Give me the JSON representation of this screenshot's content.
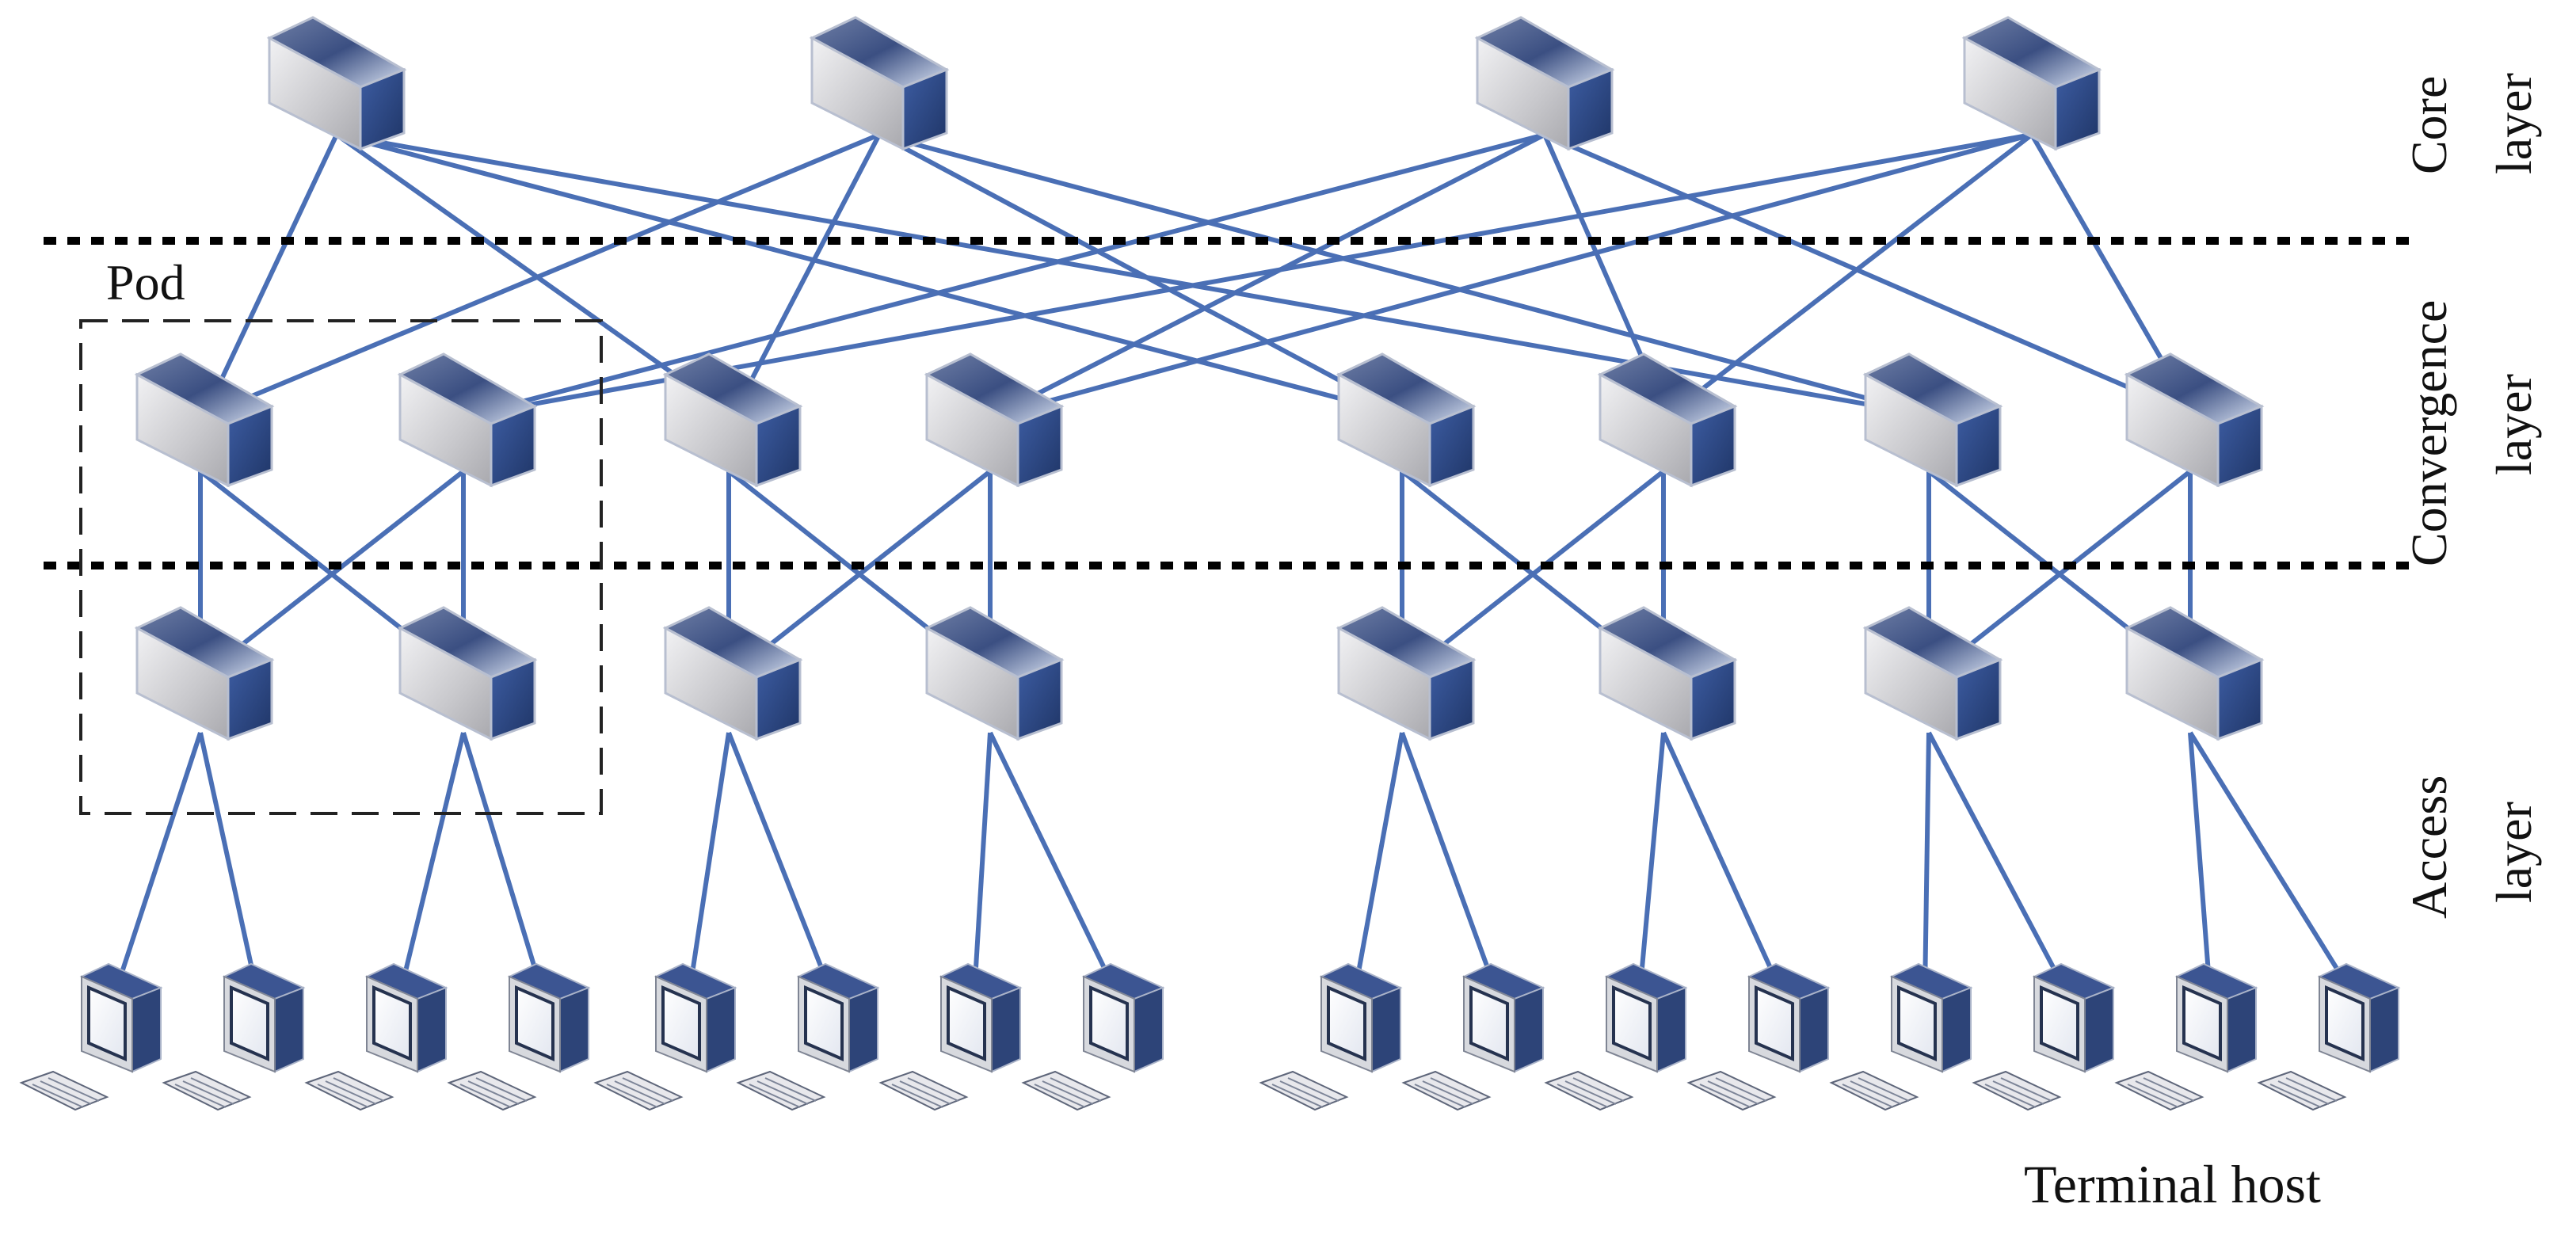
{
  "labels": {
    "pod": "Pod",
    "layers": [
      {
        "line1": "Core",
        "line2": "layer"
      },
      {
        "line1": "Convergence",
        "line2": "layer"
      },
      {
        "line1": "Access",
        "line2": "layer"
      }
    ],
    "terminal_host": "Terminal host"
  },
  "colors": {
    "link": "#4a6fb5",
    "switch_top": "#9aa8c8",
    "switch_front": "#d8d8dc",
    "switch_side": "#2e4a86"
  },
  "nodes": {
    "core_count": 4,
    "convergence_count": 8,
    "access_count": 8,
    "host_count": 16,
    "icons": {
      "switch": "network-switch-icon",
      "host": "computer-host-icon"
    }
  }
}
